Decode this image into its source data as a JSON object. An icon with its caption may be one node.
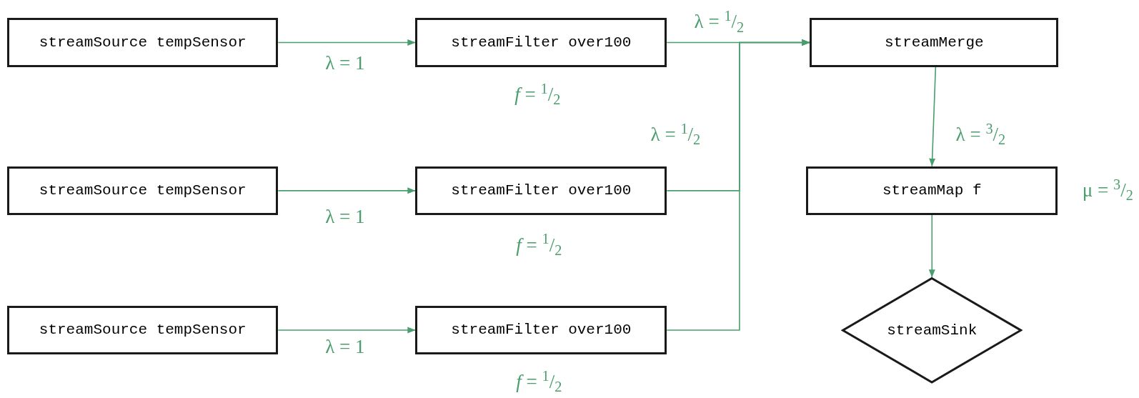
{
  "diagram": {
    "nodes": [
      {
        "text": [
          "streamSource tempSensor"
        ]
      },
      {
        "text": [
          "streamFilter over100"
        ],
        "beside": [
          "*f* = $^{1}$/$_{2}$"
        ]
      },
      {
        "text": [
          "streamMerge"
        ]
      },
      {
        "text": [
          "streamSource tempSensor"
        ]
      },
      {
        "text": [
          "streamFilter over100"
        ],
        "beside": [
          "*f* = $^{1}$/$_{2}$"
        ]
      },
      {
        "text": [
          "streamMap f"
        ],
        "beside": [
          "μ = $^{3}$/$_{2}$"
        ]
      },
      {
        "text": [
          "streamSource tempSensor"
        ]
      },
      {
        "text": [
          "streamFilter over100"
        ],
        "beside": [
          "*f* = $^{1}$/$_{2}$"
        ]
      },
      {
        "text": [
          "streamSink"
        ]
      }
    ],
    "edges": [
      {
        "from": 0,
        "to": 1,
        "arrow": "to",
        "label": "λ = 1"
      },
      {
        "from": 3,
        "to": 4,
        "arrow": "to",
        "label": "λ = 1"
      },
      {
        "from": 6,
        "to": 7,
        "arrow": "to",
        "label": "λ = 1"
      },
      {
        "from": 1,
        "to": 2,
        "arrow": "to",
        "label": "λ = $^{1}$/$_{2}$"
      },
      {
        "from": 4,
        "to": 2,
        "arrow": "to",
        "label": "λ = $^{1}$/$_{2}$"
      },
      {
        "from": 7,
        "to": 2,
        "arrow": "to"
      },
      {
        "from": 2,
        "to": 5,
        "arrow": "to",
        "label": "λ = $^{3}$/$_{2}$"
      },
      {
        "from": 5,
        "to": 8,
        "arrow": "to"
      }
    ]
  }
}
